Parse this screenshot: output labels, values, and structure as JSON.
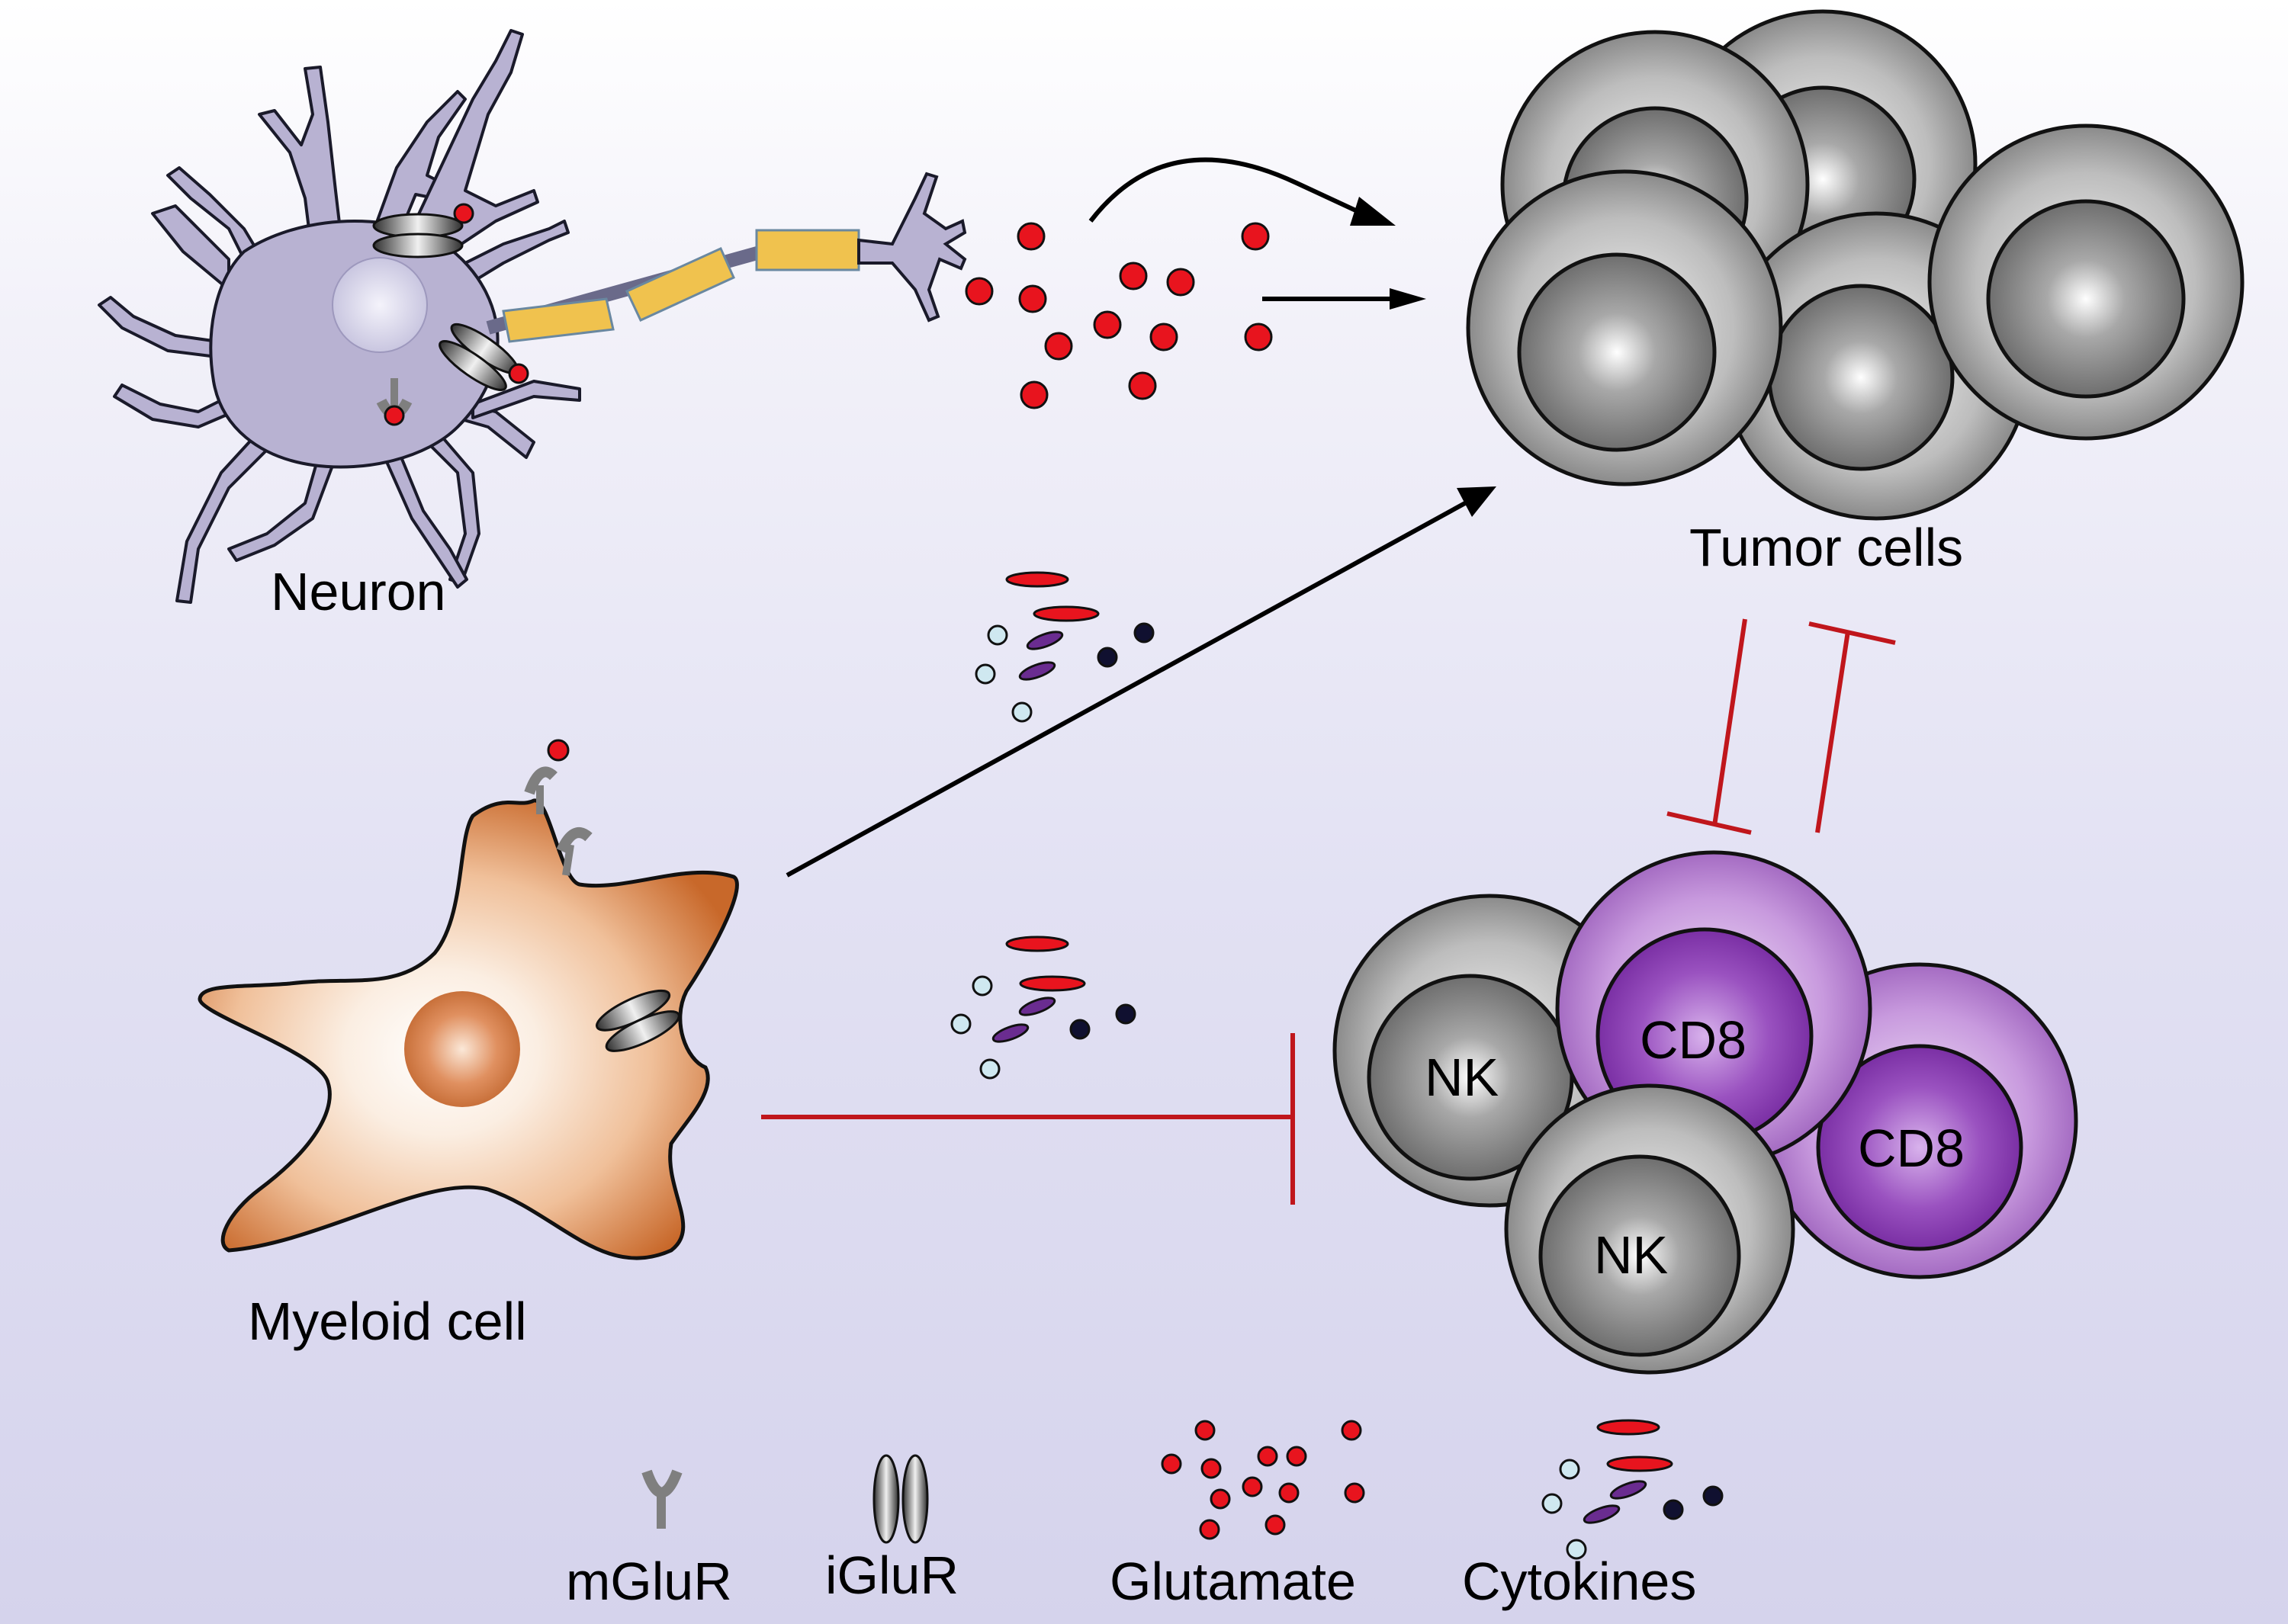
{
  "labels": {
    "neuron": "Neuron",
    "tumor_cells": "Tumor cells",
    "myeloid_cell": "Myeloid cell",
    "nk": "NK",
    "cd8": "CD8"
  },
  "legend": {
    "mglur": "mGluR",
    "iglur": "iGluR",
    "glutamate": "Glutamate",
    "cytokines": "Cytokines"
  },
  "colors": {
    "glutamate": "#e8141e",
    "inhibition": "#c0161c",
    "neuron_body": "#b8b2d2",
    "myelin": "#f0c24e",
    "myeloid": "#d88850",
    "tumor": "#8c8c8c",
    "cd8": "#8e4bb0",
    "cytokine_light": "#cfe8f0",
    "cytokine_purple": "#6a2c90",
    "cytokine_dark": "#101030"
  }
}
